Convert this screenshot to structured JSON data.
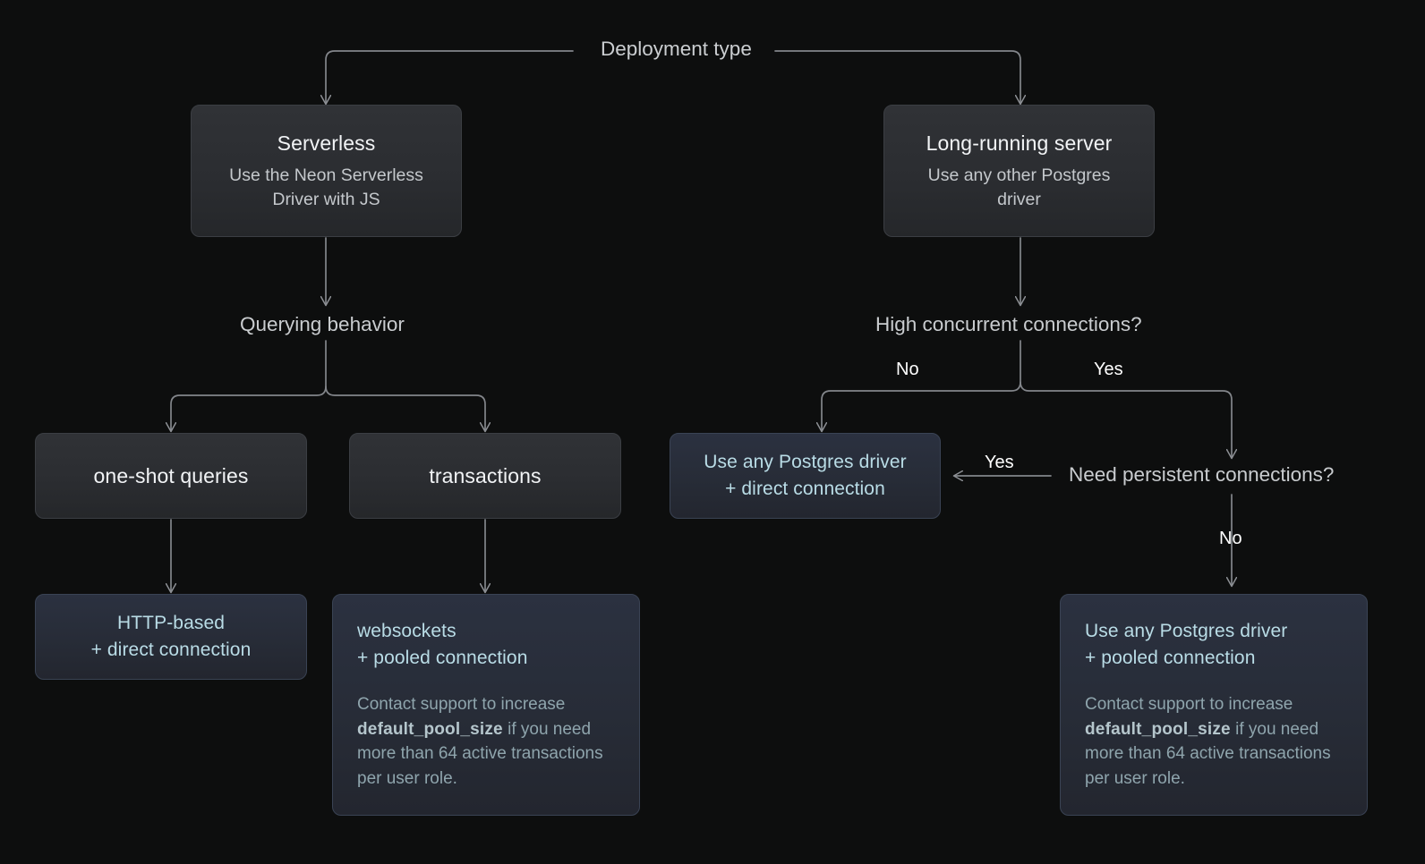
{
  "diagram": {
    "root_label": "Deployment type",
    "nodes": {
      "serverless": {
        "title": "Serverless",
        "subtitle": "Use the Neon Serverless Driver with JS"
      },
      "long_running": {
        "title": "Long-running server",
        "subtitle": "Use any other Postgres driver"
      },
      "querying_behavior": {
        "title": "Querying behavior"
      },
      "one_shot": {
        "title": "one-shot queries"
      },
      "transactions": {
        "title": "transactions"
      },
      "http_based": {
        "title": "HTTP-based\n+ direct connection"
      },
      "websockets": {
        "title": "websockets\n+ pooled connection",
        "note_before": "Contact support to increase ",
        "note_code": "default_pool_size",
        "note_after": " if you need more than 64 active transactions per user role."
      },
      "high_concurrent": {
        "title": "High concurrent connections?"
      },
      "need_persistent": {
        "title": "Need persistent connections?"
      },
      "direct_driver": {
        "title": "Use any Postgres driver\n+ direct connection"
      },
      "pooled_driver": {
        "title": "Use any Postgres driver\n+ pooled connection",
        "note_before": "Contact support to increase ",
        "note_code": "default_pool_size",
        "note_after": " if you need more than 64 active transactions per user role."
      }
    },
    "edge_labels": {
      "concurrent_no": "No",
      "concurrent_yes": "Yes",
      "persistent_yes": "Yes",
      "persistent_no": "No"
    },
    "colors": {
      "background": "#0d0e0e",
      "gray_node": "#2d2f33",
      "gray_node_border": "#3b3e43",
      "blue_node": "#272c37",
      "blue_node_border": "#3a4354",
      "blue_text": "#b9dce6",
      "muted_text": "#8fa5ad",
      "connector": "#83868b",
      "label_text": "#cbced1"
    }
  }
}
